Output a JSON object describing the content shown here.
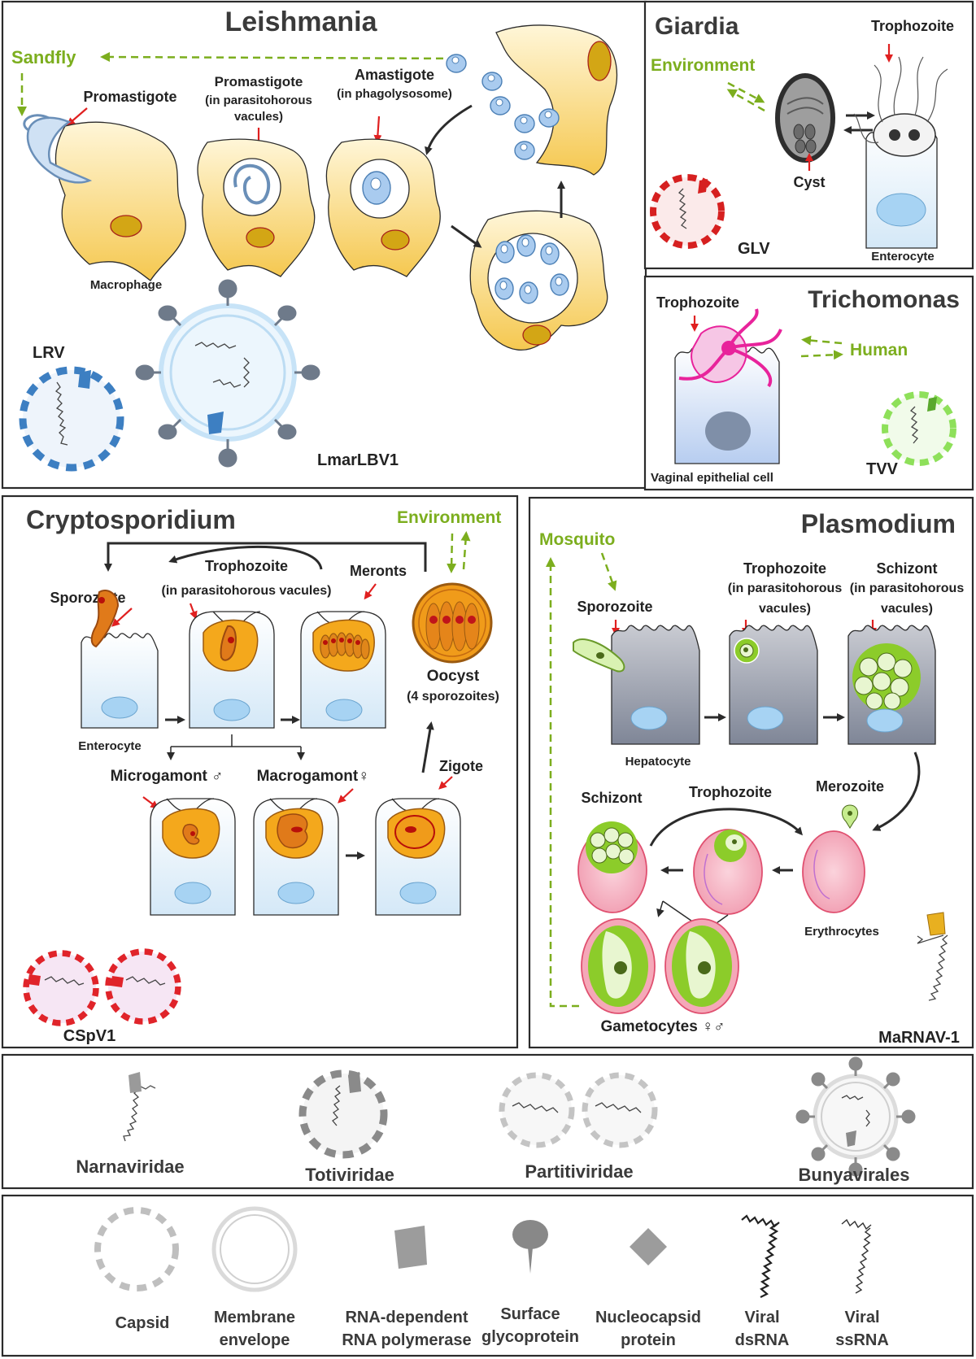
{
  "panels": {
    "leishmania": {
      "title": "Leishmania",
      "host": "Sandfly",
      "stages": {
        "promastigote": "Promastigote",
        "promastigote_vac_1": "Promastigote",
        "promastigote_vac_2": "(in parasitohorous",
        "promastigote_vac_3": "vacules)",
        "amastigote_1": "Amastigote",
        "amastigote_2": "(in phagolysosome)"
      },
      "cell": "Macrophage",
      "viruses": {
        "lrv": "LRV",
        "lbv": "LmarLBV1"
      }
    },
    "giardia": {
      "title": "Giardia",
      "host": "Environment",
      "stages": {
        "trophozoite": "Trophozoite",
        "cyst": "Cyst"
      },
      "cell": "Enterocyte",
      "virus": "GLV"
    },
    "trichomonas": {
      "title": "Trichomonas",
      "host": "Human",
      "stages": {
        "trophozoite": "Trophozoite"
      },
      "cell": "Vaginal epithelial cell",
      "virus": "TVV"
    },
    "cryptosporidium": {
      "title": "Cryptosporidium",
      "host": "Environment",
      "stages": {
        "sporozoite": "Sporozoite",
        "trophozoite_1": "Trophozoite",
        "trophozoite_2": "(in parasitohorous vacules)",
        "meronts": "Meronts",
        "oocyst_1": "Oocyst",
        "oocyst_2": "(4 sporozoites)",
        "microgamont": "Microgamont ♂",
        "macrogamont": "Macrogamont♀",
        "zigote": "Zigote"
      },
      "cell": "Enterocyte",
      "virus": "CSpV1"
    },
    "plasmodium": {
      "title": "Plasmodium",
      "host": "Mosquito",
      "stages": {
        "sporozoite": "Sporozoite",
        "troph_1": "Trophozoite",
        "troph_2": "(in parasitohorous",
        "troph_3": "vacules)",
        "schizont_1": "Schizont",
        "schizont_2": "(in parasitohorous",
        "schizont_3": "vacules)",
        "merozoite": "Merozoite",
        "schizont_rbc": "Schizont",
        "troph_rbc": "Trophozoite",
        "gametocytes": "Gametocytes ♀♂"
      },
      "cells": {
        "hepatocyte": "Hepatocyte",
        "erythrocytes": "Erythrocytes"
      },
      "virus": "MaRNAV-1"
    }
  },
  "families": [
    "Narnaviridae",
    "Totiviridae",
    "Partitiviridae",
    "Bunyavirales"
  ],
  "legend": [
    {
      "id": "capsid",
      "l1": "Capsid",
      "l2": ""
    },
    {
      "id": "envelope",
      "l1": "Membrane",
      "l2": "envelope"
    },
    {
      "id": "rdrp",
      "l1": "RNA-dependent",
      "l2": "RNA polymerase"
    },
    {
      "id": "glyco",
      "l1": "Surface",
      "l2": "glycoprotein"
    },
    {
      "id": "nucleo",
      "l1": "Nucleocapsid",
      "l2": "protein"
    },
    {
      "id": "dsrna",
      "l1": "Viral",
      "l2": "dsRNA"
    },
    {
      "id": "ssrna",
      "l1": "Viral",
      "l2": "ssRNA"
    }
  ],
  "colors": {
    "host_green": "#7cae1e",
    "pointer_red": "#e02020",
    "macrophage": "#f8d673",
    "lrv_blue": "#3d7fc2",
    "glv_red": "#d62020",
    "tvv_green": "#8ee05a",
    "cspv_red": "#e0242a",
    "trichomonas_magenta": "#e8239b",
    "crypto_orange": "#f0a020",
    "plasmodium_green": "#8ccc2a",
    "erythrocyte_pink": "#f5a8b8",
    "legend_grey": "#a0a0a0"
  }
}
